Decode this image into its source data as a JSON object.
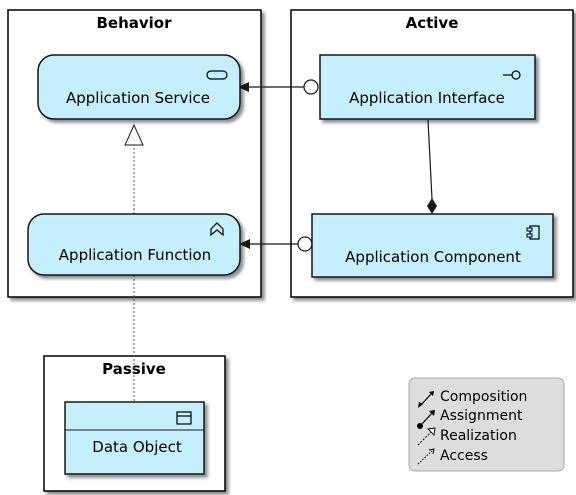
{
  "colors": {
    "node_fill": "#c5effd",
    "node_stroke": "#181818",
    "package_stroke": "#000000",
    "legend_fill": "#dddddd",
    "legend_stroke": "#aaaaaa"
  },
  "packages": {
    "behavior": "Behavior",
    "active": "Active",
    "passive": "Passive"
  },
  "nodes": {
    "application_service": {
      "label": "Application Service",
      "icon": "service-icon"
    },
    "application_interface": {
      "label": "Application Interface",
      "icon": "interface-icon"
    },
    "application_function": {
      "label": "Application Function",
      "icon": "function-icon"
    },
    "application_component": {
      "label": "Application Component",
      "icon": "component-icon"
    },
    "data_object": {
      "label": "Data Object",
      "icon": "data-object-icon"
    }
  },
  "legend": [
    {
      "label": "Composition",
      "icon": "composition-icon"
    },
    {
      "label": "Assignment",
      "icon": "assignment-icon"
    },
    {
      "label": "Realization",
      "icon": "realization-icon"
    },
    {
      "label": "Access",
      "icon": "access-icon"
    }
  ]
}
